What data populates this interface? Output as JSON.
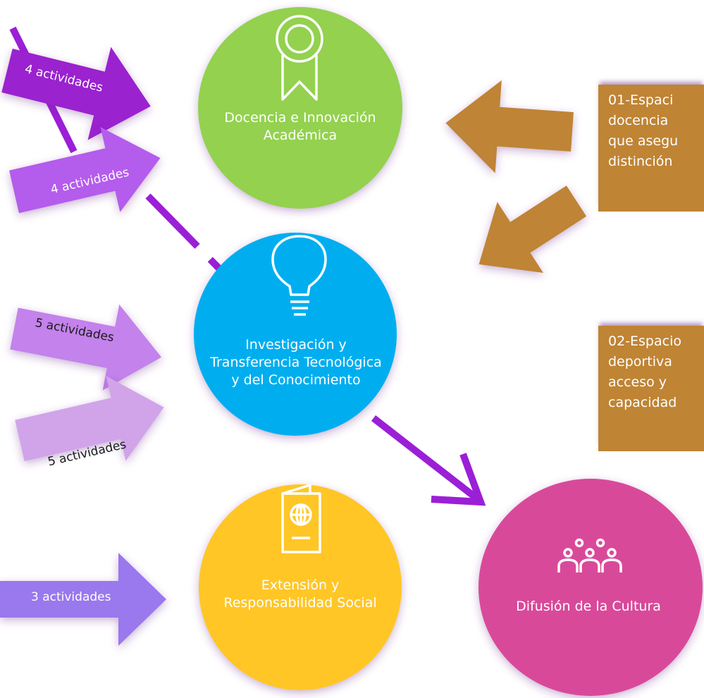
{
  "colors": {
    "docencia": "#93d150",
    "investigacion": "#00aeef",
    "extension": "#ffc625",
    "cultura": "#d9489a",
    "brown": "#bf8434"
  },
  "nodes": {
    "docencia": {
      "line1": "Docencia e Innovación",
      "line2": "Académica",
      "icon": "award-ribbon-icon"
    },
    "investigacion": {
      "line1": "Investigación y",
      "line2": "Transferencia Tecnológica",
      "line3": "y del Conocimiento",
      "icon": "lightbulb-icon"
    },
    "extension": {
      "line1": "Extensión y",
      "line2": "Responsabilidad Social",
      "icon": "passport-icon"
    },
    "cultura": {
      "line1": "Difusión de la Cultura",
      "icon": "people-group-icon"
    }
  },
  "arrows": [
    {
      "label": "4 actividades"
    },
    {
      "label": "4 actividades"
    },
    {
      "label": "5 actividades"
    },
    {
      "label": "5 actividades"
    },
    {
      "label": "3 actividades"
    }
  ],
  "boxes": {
    "box1": {
      "lines": [
        "01-Espaci",
        "docencia",
        "que asegu",
        "distinción"
      ]
    },
    "box2": {
      "lines": [
        "02-Espacio",
        "deportiva",
        "acceso y",
        "capacidad"
      ]
    }
  }
}
